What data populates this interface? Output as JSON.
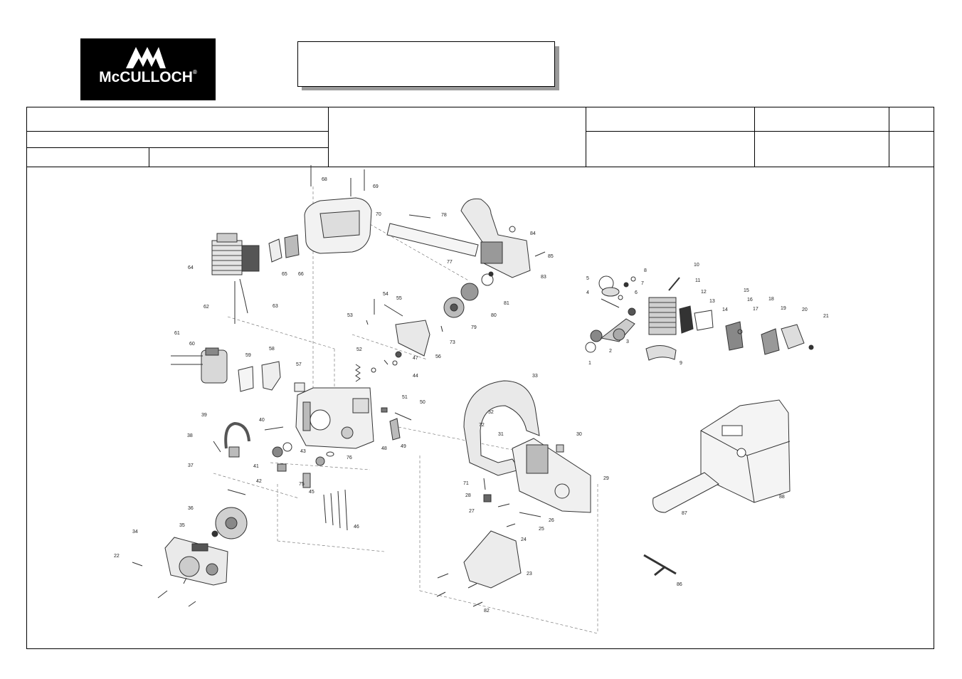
{
  "brand": {
    "logo_text": "McCULLOCH",
    "trademark": "®"
  },
  "title_box": {
    "text": ""
  },
  "header_table": {
    "left_top": "",
    "left_middle": "",
    "left_bottom_a": "",
    "left_bottom_b": "",
    "center": "",
    "right_cells": [
      "",
      "",
      "",
      "",
      "",
      ""
    ]
  },
  "callouts": [
    "1",
    "2",
    "3",
    "4",
    "5",
    "6",
    "7",
    "8",
    "9",
    "10",
    "11",
    "12",
    "13",
    "14",
    "15",
    "16",
    "17",
    "18",
    "19",
    "20",
    "21",
    "22",
    "23",
    "24",
    "25",
    "26",
    "27",
    "28",
    "29",
    "30",
    "31",
    "32",
    "33",
    "34",
    "35",
    "36",
    "37",
    "38",
    "39",
    "40",
    "41",
    "42",
    "43",
    "44",
    "45",
    "46",
    "47",
    "48",
    "49",
    "50",
    "51",
    "52",
    "53",
    "54",
    "55",
    "56",
    "57",
    "58",
    "59",
    "60",
    "61",
    "62",
    "63",
    "64",
    "65",
    "66",
    "68",
    "69",
    "70",
    "71",
    "72",
    "73",
    "75",
    "76",
    "77",
    "78",
    "79",
    "80",
    "81",
    "82",
    "83",
    "84",
    "85",
    "86",
    "87",
    "88"
  ]
}
